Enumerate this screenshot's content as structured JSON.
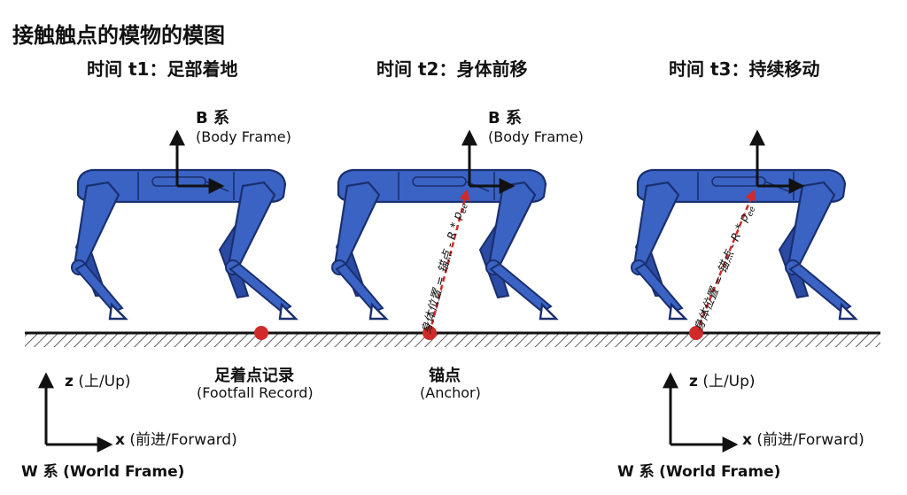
{
  "title": "接触触点的模物的模图",
  "phases": [
    {
      "title": "时间 t1：足部着地"
    },
    {
      "title": "时间 t2：身体前移"
    },
    {
      "title": "时间 t3：持续移动"
    }
  ],
  "body_frame": {
    "title": "B 系",
    "subtitle": "(Body Frame)"
  },
  "footfall": {
    "title": "足着点记录",
    "subtitle": "(Footfall Record)"
  },
  "anchor": {
    "title": "锚点",
    "subtitle": "(Anchor)"
  },
  "formula": {
    "text": "身体位置 = 锚点 - R * p",
    "subscript": "ee"
  },
  "world_axes": {
    "z_label": "z",
    "z_desc": "(上/Up)",
    "x_label": "x",
    "x_desc": "(前进/Forward)",
    "frame_label": "W 系",
    "frame_desc": "(World Frame)"
  },
  "colors": {
    "robot_blue": "#3a63c4",
    "robot_dark": "#1a2f6e",
    "anchor_red": "#d12a2a",
    "ink": "#111111"
  }
}
